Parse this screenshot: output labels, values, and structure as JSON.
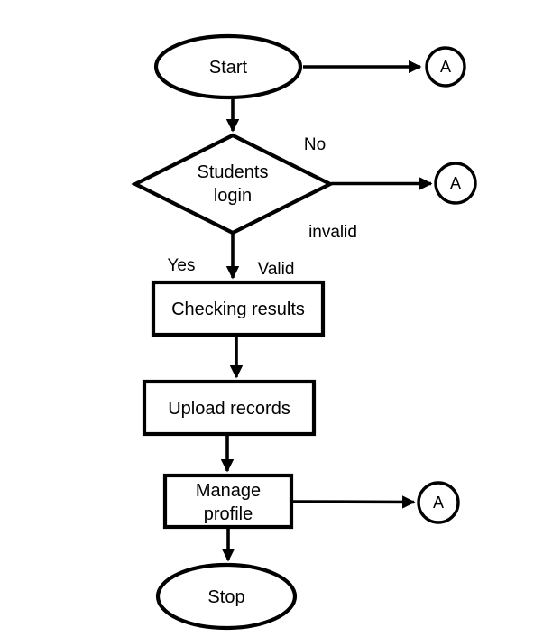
{
  "diagram": {
    "type": "flowchart",
    "colors": {
      "stroke": "#000000",
      "fill": "#ffffff"
    },
    "nodes": {
      "start": {
        "shape": "ellipse",
        "label": "Start"
      },
      "decision": {
        "shape": "diamond",
        "label": "Students login",
        "line1": "Students",
        "line2": "login"
      },
      "checking": {
        "shape": "rectangle",
        "label": "Checking results"
      },
      "upload": {
        "shape": "rectangle",
        "label": "Upload records"
      },
      "manage": {
        "shape": "rectangle",
        "label": "Manage profile",
        "line1": "Manage",
        "line2": "profile"
      },
      "stop": {
        "shape": "ellipse",
        "label": "Stop"
      },
      "connector_top": {
        "shape": "circle",
        "label": "A"
      },
      "connector_middle": {
        "shape": "circle",
        "label": "A"
      },
      "connector_bottom": {
        "shape": "circle",
        "label": "A"
      }
    },
    "edge_labels": {
      "no": "No",
      "invalid": "invalid",
      "yes": "Yes",
      "valid": "Valid"
    },
    "edges": [
      {
        "from": "start",
        "to": "connector_top"
      },
      {
        "from": "start",
        "to": "decision"
      },
      {
        "from": "decision",
        "to": "connector_middle",
        "labels": [
          "No",
          "invalid"
        ]
      },
      {
        "from": "decision",
        "to": "checking",
        "labels": [
          "Yes",
          "Valid"
        ]
      },
      {
        "from": "checking",
        "to": "upload"
      },
      {
        "from": "upload",
        "to": "manage"
      },
      {
        "from": "manage",
        "to": "connector_bottom"
      },
      {
        "from": "manage",
        "to": "stop"
      }
    ]
  }
}
